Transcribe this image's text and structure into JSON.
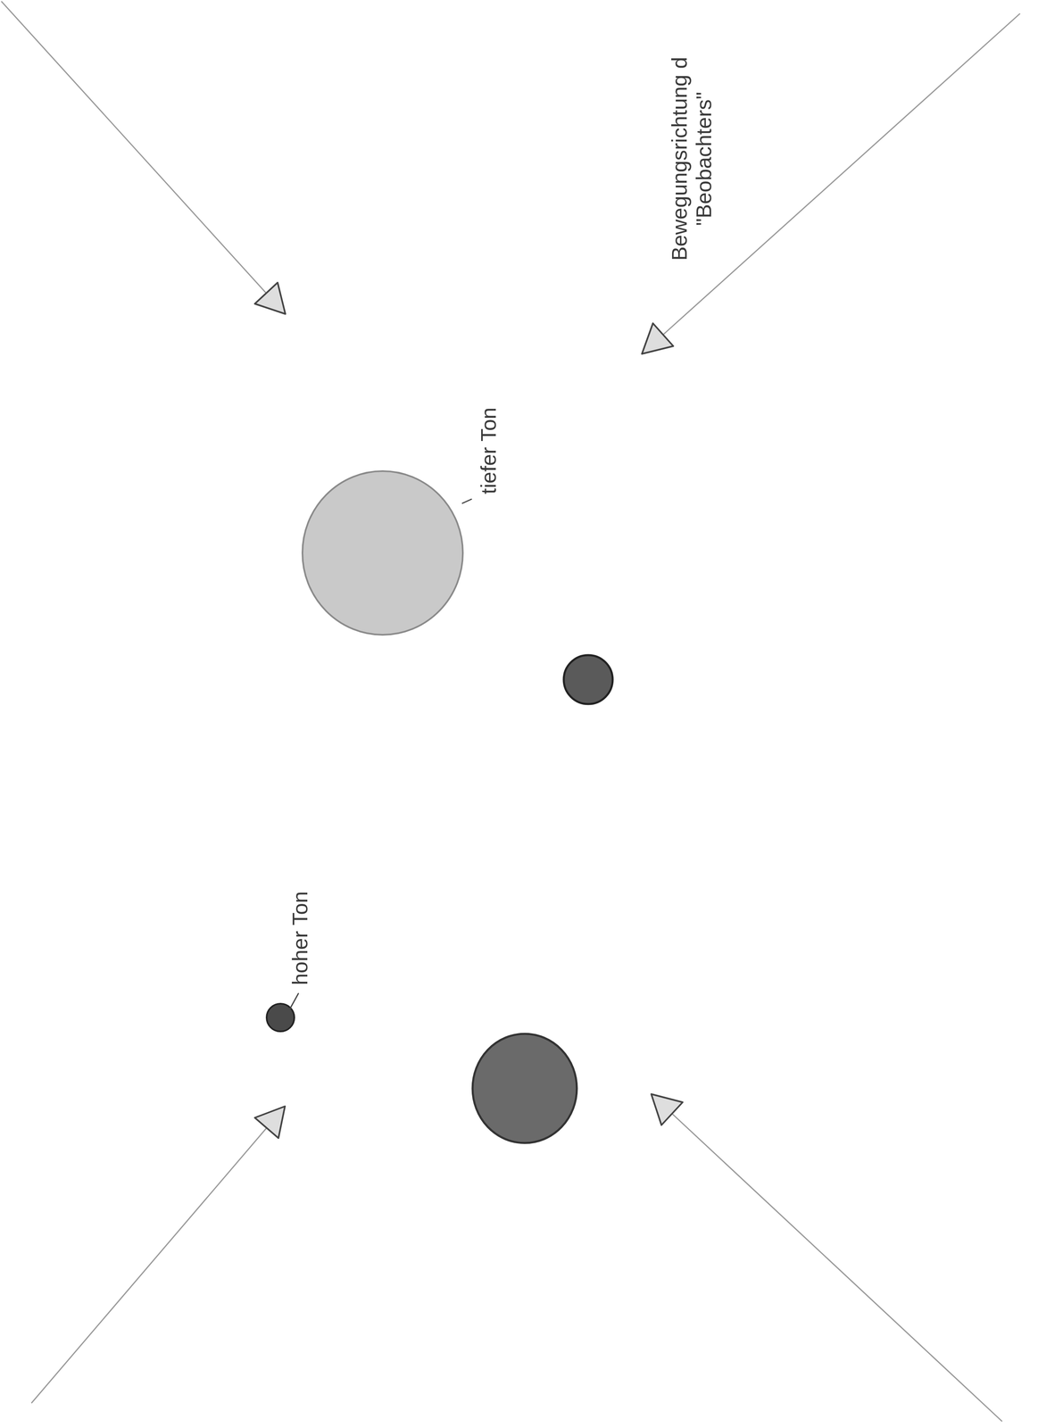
{
  "diagram": {
    "labels": [
      "tiefer Ton",
      "hoher Ton",
      "Bewegungsrichtung d \"Beobachters\""
    ]
  }
}
